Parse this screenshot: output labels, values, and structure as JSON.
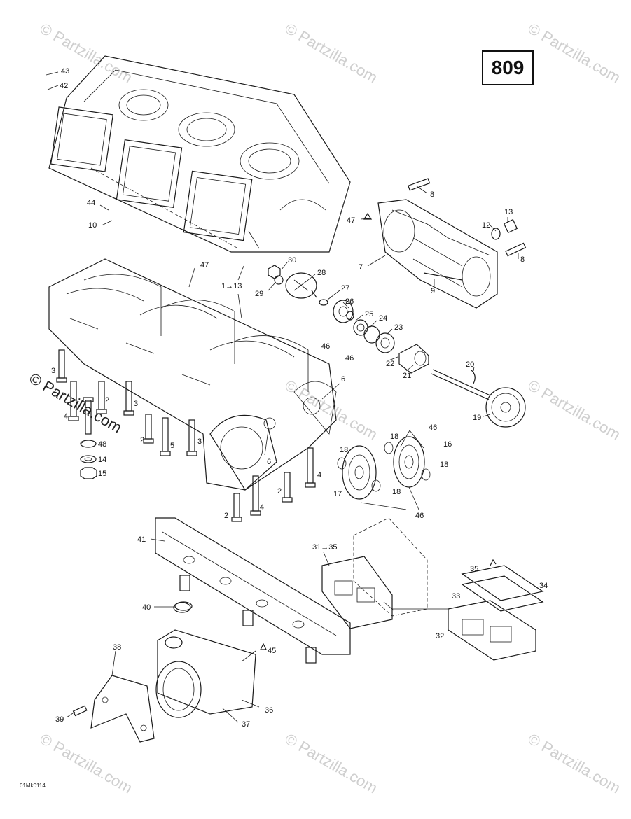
{
  "page_number": "809",
  "diagram_code": "01Mk0114",
  "watermark": "© Partzilla.com",
  "callouts": [
    {
      "id": "c43",
      "label": "43"
    },
    {
      "id": "c42",
      "label": "42"
    },
    {
      "id": "c44",
      "label": "44"
    },
    {
      "id": "c10",
      "label": "10"
    },
    {
      "id": "c8a",
      "label": "8"
    },
    {
      "id": "c47a",
      "label": "47"
    },
    {
      "id": "c13",
      "label": "13"
    },
    {
      "id": "c12",
      "label": "12"
    },
    {
      "id": "c7",
      "label": "7"
    },
    {
      "id": "c8b",
      "label": "8"
    },
    {
      "id": "c9",
      "label": "9"
    },
    {
      "id": "c47b",
      "label": "47"
    },
    {
      "id": "c30",
      "label": "30"
    },
    {
      "id": "c28",
      "label": "28"
    },
    {
      "id": "c1to13",
      "label": "1→13"
    },
    {
      "id": "c29",
      "label": "29"
    },
    {
      "id": "c27",
      "label": "27"
    },
    {
      "id": "c26",
      "label": "26"
    },
    {
      "id": "c25",
      "label": "25"
    },
    {
      "id": "c24",
      "label": "24"
    },
    {
      "id": "c23",
      "label": "23"
    },
    {
      "id": "c46a",
      "label": "46"
    },
    {
      "id": "c46b",
      "label": "46"
    },
    {
      "id": "c22",
      "label": "22"
    },
    {
      "id": "c21",
      "label": "21"
    },
    {
      "id": "c20",
      "label": "20"
    },
    {
      "id": "c19",
      "label": "19"
    },
    {
      "id": "c6a",
      "label": "6"
    },
    {
      "id": "c3a",
      "label": "3"
    },
    {
      "id": "c2a",
      "label": "2"
    },
    {
      "id": "c3b",
      "label": "3"
    },
    {
      "id": "c4a",
      "label": "4"
    },
    {
      "id": "c48",
      "label": "48"
    },
    {
      "id": "c14",
      "label": "14"
    },
    {
      "id": "c15",
      "label": "15"
    },
    {
      "id": "c2b",
      "label": "2"
    },
    {
      "id": "c5",
      "label": "5"
    },
    {
      "id": "c3c",
      "label": "3"
    },
    {
      "id": "c6b",
      "label": "6"
    },
    {
      "id": "c2c",
      "label": "2"
    },
    {
      "id": "c4b",
      "label": "4"
    },
    {
      "id": "c2d",
      "label": "2"
    },
    {
      "id": "c4c",
      "label": "4"
    },
    {
      "id": "c18a",
      "label": "18"
    },
    {
      "id": "c46c",
      "label": "46"
    },
    {
      "id": "c16",
      "label": "16"
    },
    {
      "id": "c18b",
      "label": "18"
    },
    {
      "id": "c18c",
      "label": "18"
    },
    {
      "id": "c17",
      "label": "17"
    },
    {
      "id": "c18d",
      "label": "18"
    },
    {
      "id": "c46d",
      "label": "46"
    },
    {
      "id": "c41",
      "label": "41"
    },
    {
      "id": "c31to35",
      "label": "31→35"
    },
    {
      "id": "c35",
      "label": "35"
    },
    {
      "id": "c34",
      "label": "34"
    },
    {
      "id": "c33",
      "label": "33"
    },
    {
      "id": "c32",
      "label": "32"
    },
    {
      "id": "c40",
      "label": "40"
    },
    {
      "id": "c38",
      "label": "38"
    },
    {
      "id": "c45",
      "label": "45"
    },
    {
      "id": "c39",
      "label": "39"
    },
    {
      "id": "c36",
      "label": "36"
    },
    {
      "id": "c37",
      "label": "37"
    }
  ]
}
